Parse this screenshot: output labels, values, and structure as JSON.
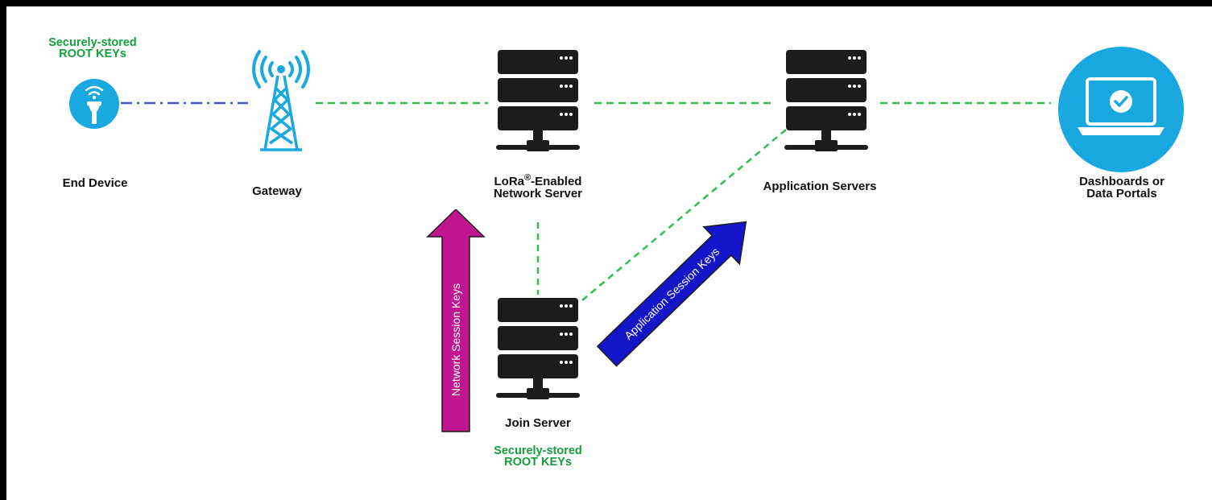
{
  "nodes": {
    "end_device": {
      "label": "End Device",
      "keys_line1": "Securely-stored",
      "keys_line2": "ROOT KEYs"
    },
    "gateway": {
      "label": "Gateway"
    },
    "network_server": {
      "label_prefix": "LoRa",
      "label_sup": "®",
      "label_suffix": "-Enabled",
      "label_line2": "Network Server"
    },
    "application_servers": {
      "label": "Application Servers"
    },
    "dashboards": {
      "label_line1": "Dashboards or",
      "label_line2": "Data Portals"
    },
    "join_server": {
      "label": "Join Server",
      "keys_line1": "Securely-stored",
      "keys_line2": "ROOT KEYs"
    }
  },
  "arrows": {
    "network_session_keys": {
      "label": "Network Session Keys",
      "color": "#c0158f"
    },
    "application_session_keys": {
      "label": "Application Session Keys",
      "color": "#1414c8"
    }
  },
  "colors": {
    "green_dash": "#2fbf4a",
    "blue_dash": "#3d57c7",
    "device_blue": "#1aa8e0",
    "server_dark": "#1c1c1c",
    "key_green": "#13a03c"
  },
  "icons": [
    "device-icon",
    "cell-tower-icon",
    "server-icon",
    "laptop-check-icon"
  ]
}
